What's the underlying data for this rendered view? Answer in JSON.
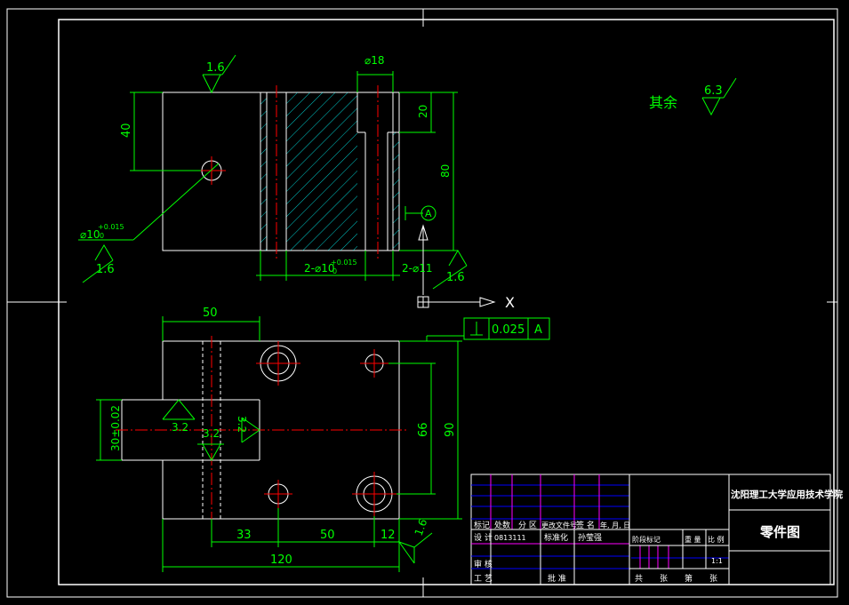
{
  "colors": {
    "background": "#000000",
    "outline": "#ffffff",
    "dimension": "#00ff00",
    "centerline": "#ff0000",
    "hatch": "#00ffff",
    "title_lines": "#0000ff",
    "title_grid": "#ff00ff",
    "text": "#00ff00"
  },
  "top_view": {
    "surface_roughness_1": "1.6",
    "dim_height_40": "40",
    "hole_dim": "⌀10",
    "hole_tol_upper": "+0.015",
    "hole_tol_lower": "0",
    "roughness_hole": "1.6",
    "counterbore_dim": "⌀18",
    "dim_depth_20": "20",
    "dim_height_80": "80",
    "datum_a": "A",
    "pin_holes": "2-⌀10",
    "pin_tol_upper": "+0.015",
    "pin_tol_lower": "0",
    "holes_11": "2-⌀11",
    "roughness_right": "1.6",
    "axis_x": "X"
  },
  "others_roughness": {
    "label": "其余",
    "value": "6.3"
  },
  "front_view": {
    "dim_50_top": "50",
    "tolerance_value": "0.025",
    "tolerance_datum": "A",
    "dim_66": "66",
    "dim_90": "90",
    "dim_30": "30±0.02",
    "roughness_a": "3.2",
    "roughness_b": "3.2",
    "roughness_c": "3.2",
    "dim_33": "33",
    "dim_50_bottom": "50",
    "dim_12": "12",
    "dim_120": "120",
    "roughness_bottom": "1.6"
  },
  "title_block": {
    "institution": "沈阳理工大学应用技术学院",
    "drawing_name": "零件图",
    "col_mark": "标记",
    "col_count": "处数",
    "col_zone": "分 区",
    "col_change": "更改文件号",
    "col_sign": "签 名",
    "col_date": "年, 月, 日",
    "row_design": "设 计",
    "designer_id": "0813111",
    "standardize": "标准化",
    "standardizer": "孙莹强",
    "row_review": "审 核",
    "row_process": "工 艺",
    "row_approve": "批 准",
    "stage_mark": "阶段标记",
    "weight": "重 量",
    "scale_label": "比 例",
    "scale_value": "1:1",
    "sheets_total": "共",
    "sheets_word": "张",
    "sheet_no": "第",
    "sheet_word": "张"
  }
}
